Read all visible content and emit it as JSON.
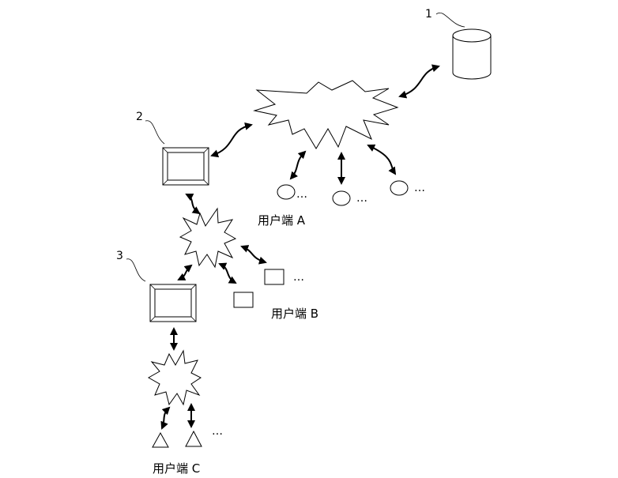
{
  "labels": {
    "ref_1": "1",
    "ref_2": "2",
    "ref_3": "3",
    "client_a": "用户端 A",
    "client_b": "用户端 B",
    "client_c": "用户端 C",
    "ellipsis": "…"
  }
}
